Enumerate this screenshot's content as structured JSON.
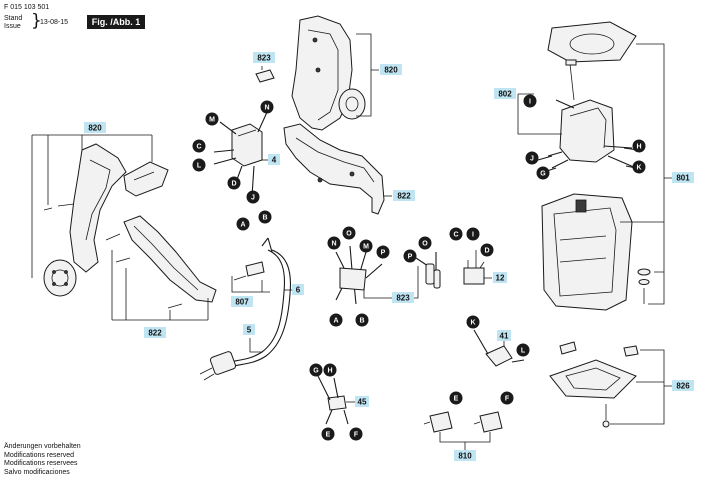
{
  "header": {
    "doc_number": "F 015 103 501",
    "stand_label": "Stand",
    "issue_label": "Issue",
    "issue_date": "13-08-15",
    "figure_label": "Fig. /Abb. 1"
  },
  "part_labels": {
    "p820a": "820",
    "p820b": "820",
    "p823a": "823",
    "p823b": "823",
    "p4": "4",
    "p822a": "822",
    "p822b": "822",
    "p807": "807",
    "p6": "6",
    "p5": "5",
    "p802": "802",
    "p801": "801",
    "p12": "12",
    "p41": "41",
    "p45": "45",
    "p810": "810",
    "p826": "826"
  },
  "connector_letters": {
    "M1": "M",
    "N1": "N",
    "C1": "C",
    "L1": "L",
    "D1": "D",
    "J1": "J",
    "A1": "A",
    "B1": "B",
    "N2": "N",
    "O2": "O",
    "M2": "M",
    "P2": "P",
    "A2": "A",
    "B2": "B",
    "P3": "P",
    "O3": "O",
    "C3": "C",
    "I3": "I",
    "D3": "D",
    "I4": "I",
    "H4": "H",
    "J4": "J",
    "G4": "G",
    "K4": "K",
    "K5": "K",
    "L5": "L",
    "G6": "G",
    "H6": "H",
    "E6": "E",
    "F6": "F",
    "E7": "E",
    "F7": "F"
  },
  "notes": {
    "line1": "Änderungen vorbehalten",
    "line2": "Modifications reserved",
    "line3": "Modifications reservees",
    "line4": "Salvo modificaciones"
  }
}
